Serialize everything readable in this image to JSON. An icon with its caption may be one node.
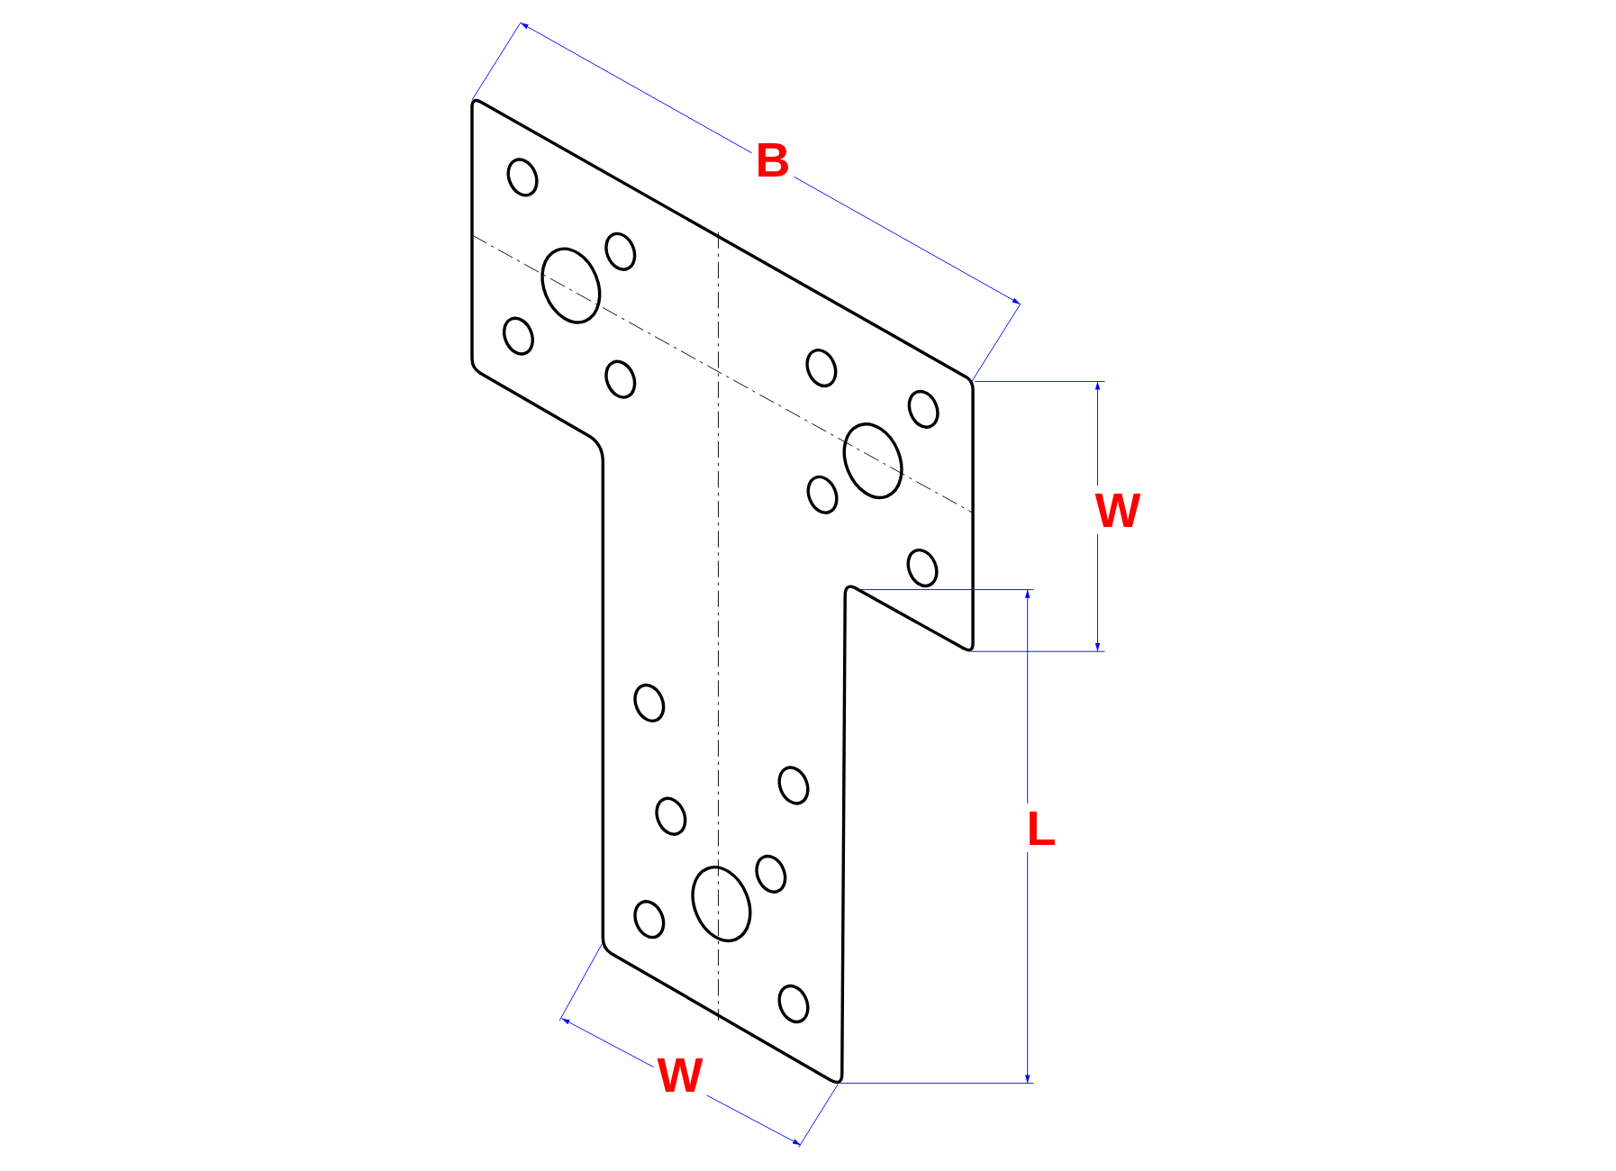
{
  "diagram": {
    "labels": [
      "B",
      "W",
      "L",
      "W"
    ]
  }
}
